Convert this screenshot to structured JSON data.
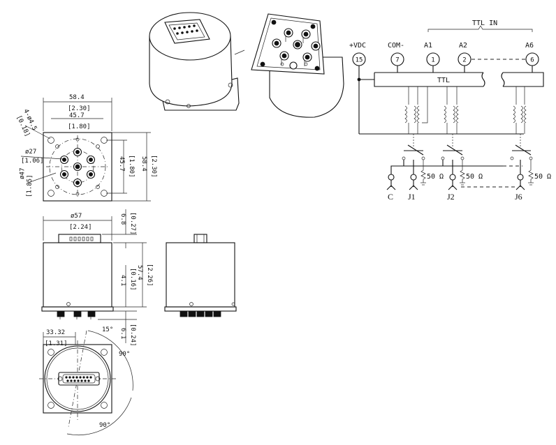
{
  "schematic": {
    "ttl_in": "TTL IN",
    "ttl_box": "TTL",
    "pins": [
      {
        "label": "+VDC",
        "num": "15"
      },
      {
        "label": "COM-",
        "num": "7"
      },
      {
        "label": "A1",
        "num": "1"
      },
      {
        "label": "A2",
        "num": "2"
      },
      {
        "label": "A6",
        "num": "6"
      }
    ],
    "ports": [
      "C",
      "J1",
      "J2",
      "J6"
    ],
    "load": [
      "50 Ω",
      "50 Ω",
      "50 Ω"
    ]
  },
  "top_view": {
    "width_mm": "58.4",
    "width_in": "[2.30]",
    "inner_mm": "45.7",
    "inner_in": "[1.80]",
    "hole_mm": "4-ø4.5",
    "hole_in": "[0.18]",
    "d27_mm": "ø27",
    "d27_in": "[1.06]",
    "d47_mm": "ø47",
    "d47_in": "[1.85]",
    "side_inner_mm": "45.7",
    "side_inner_in": "[1.80]",
    "side_outer_mm": "58.4",
    "side_outer_in": "[2.30]"
  },
  "side_view": {
    "dia_mm": "ø57",
    "dia_in": "[2.24]",
    "conn_h_mm": "6.8",
    "conn_h_in": "[0.27]",
    "flange_mm": "4.1",
    "flange_in": "[0.16]",
    "height_mm": "57.4",
    "height_in": "[2.26]",
    "pin_mm": "6.1",
    "pin_in": "[0.24]"
  },
  "bottom_view": {
    "offset_mm": "33.32",
    "offset_in": "[1.31]",
    "angle_15": "15°",
    "angle_90a": "90°",
    "angle_90b": "90°"
  }
}
